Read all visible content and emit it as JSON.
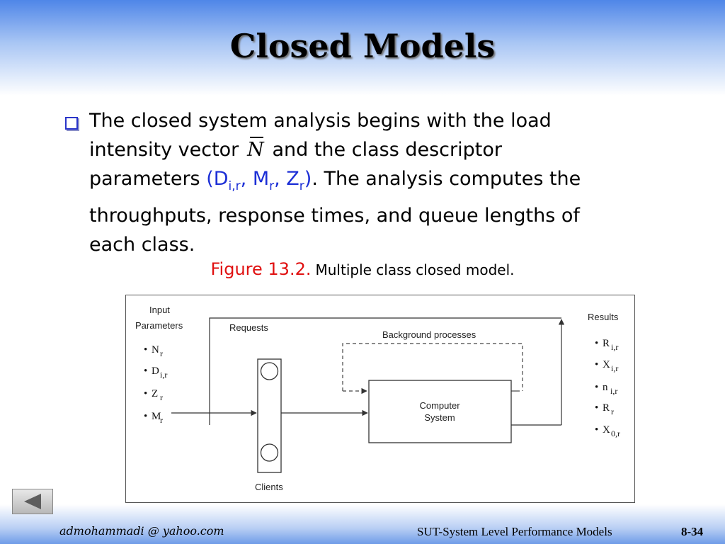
{
  "slide": {
    "title": "Closed Models",
    "bullet": {
      "line1": "The closed system analysis begins with the load",
      "line2a": "intensity vector ",
      "vector_symbol": "N",
      "line2b": " and the class descriptor",
      "line3a": "parameters ",
      "param_open": "(D",
      "param_d_sub": "i,r",
      "comma1": ", ",
      "param_m": "M",
      "param_m_sub": "r",
      "comma2": ", ",
      "param_z": "Z",
      "param_z_sub": "r",
      "param_close": ")",
      "line3b": ". The analysis computes the",
      "line4": "throughputs, response times, and queue lengths of",
      "line5": "each class."
    },
    "caption": {
      "label": "Figure 13.2.",
      "text": "Multiple class closed model."
    },
    "figure": {
      "input_title_1": "Input",
      "input_title_2": "Parameters",
      "inputs": [
        {
          "sym": "N",
          "sub": "r"
        },
        {
          "sym": "D",
          "sub": "i,r"
        },
        {
          "sym": "Z",
          "sub": "r"
        },
        {
          "sym": "M",
          "sub": "r"
        }
      ],
      "requests_label": "Requests",
      "background_label": "Background  processes",
      "system_label_1": "Computer",
      "system_label_2": "System",
      "clients_label": "Clients",
      "results_title": "Results",
      "results": [
        {
          "sym": "R",
          "sub": "i,r"
        },
        {
          "sym": "X",
          "sub": "i,r"
        },
        {
          "sym": "n",
          "sub": "i,r"
        },
        {
          "sym": "R",
          "sub": "r"
        },
        {
          "sym": "X",
          "sub": "0,r"
        }
      ],
      "bullet_char": "•"
    },
    "footer": {
      "email": "admohammadi @ yahoo.com",
      "course": "SUT-System Level Performance Models",
      "page": "8-34"
    },
    "colors": {
      "accent_blue": "#1c2fd6",
      "caption_red": "#e01010"
    }
  }
}
